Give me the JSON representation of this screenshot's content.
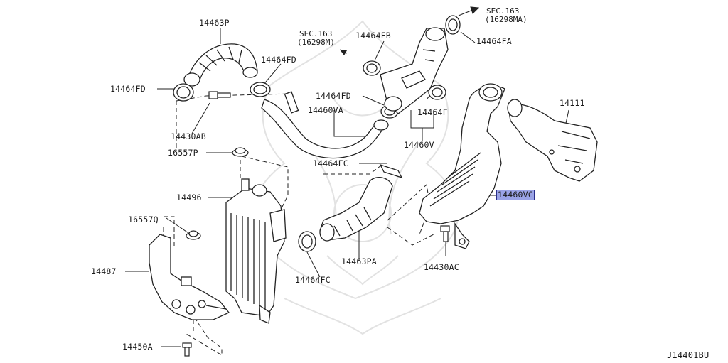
{
  "diagram_code": "J14401BU",
  "highlight_color": "#9aa3e6",
  "labels": {
    "p14463P": "14463P",
    "p14464FD_top": "14464FD",
    "p14464FD_left": "14464FD",
    "p14430AB": "14430AB",
    "p16557P": "16557P",
    "p14496": "14496",
    "p16557Q": "16557Q",
    "p14487": "14487",
    "p14450A": "14450A",
    "p14464FC_bottom": "14464FC",
    "p14463PA": "14463PA",
    "p14464FC_mid": "14464FC",
    "p14464FD_mid": "14464FD",
    "p14460VA": "14460VA",
    "p14464FB": "14464FB",
    "p14464F": "14464F",
    "p14460V": "14460V",
    "p14464FA": "14464FA",
    "p14111": "14111",
    "p14460VC": "14460VC",
    "p14430AC": "14430AC"
  },
  "section_refs": {
    "left": {
      "line1": "SEC.163",
      "line2": "(16298M)"
    },
    "right": {
      "line1": "SEC.163",
      "line2": "(16298MA)"
    }
  }
}
